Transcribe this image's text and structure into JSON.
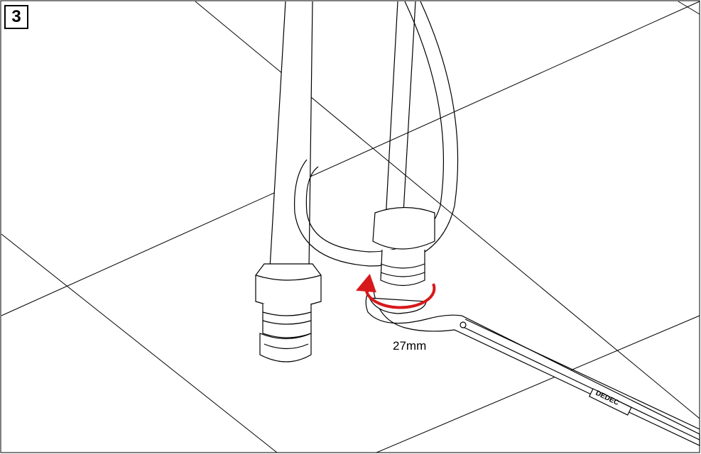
{
  "step": {
    "number": "3"
  },
  "annotation": {
    "wrench_size": "27mm"
  },
  "wrench": {
    "brand": "DEDEC"
  },
  "colors": {
    "line": "#000000",
    "rotation_arrow": "#d7191c",
    "background": "#ffffff"
  },
  "icons": {
    "rotation": "rotation-arrow-icon"
  }
}
